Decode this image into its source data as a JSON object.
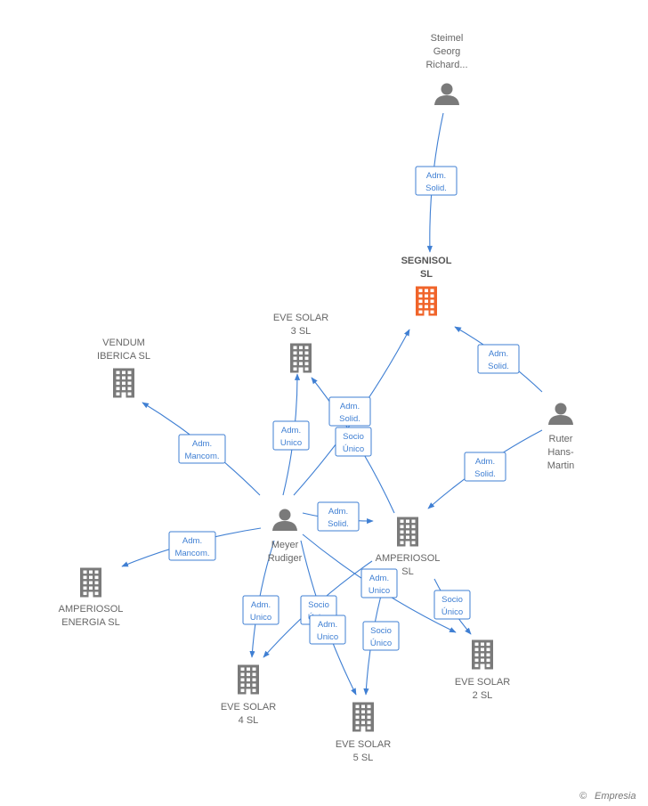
{
  "nodes": [
    {
      "id": "steimel",
      "kind": "person",
      "label": [
        "Steimel",
        "Georg",
        "Richard..."
      ]
    },
    {
      "id": "segnisol",
      "kind": "company",
      "main": true,
      "label": [
        "SEGNISOL",
        "SL"
      ]
    },
    {
      "id": "eve3",
      "kind": "company",
      "label": [
        "EVE SOLAR",
        "3  SL"
      ]
    },
    {
      "id": "vendum",
      "kind": "company",
      "label": [
        "VENDUM",
        "IBERICA  SL"
      ]
    },
    {
      "id": "ruter",
      "kind": "person",
      "label": [
        "Ruter",
        "Hans-",
        "Martin"
      ]
    },
    {
      "id": "meyer",
      "kind": "person",
      "label": [
        "Meyer",
        "Rudiger"
      ]
    },
    {
      "id": "amperiosol",
      "kind": "company",
      "label": [
        "AMPERIOSOL",
        "SL"
      ]
    },
    {
      "id": "amperiosol_energia",
      "kind": "company",
      "label": [
        "AMPERIOSOL",
        "ENERGIA  SL"
      ]
    },
    {
      "id": "eve4",
      "kind": "company",
      "label": [
        "EVE SOLAR",
        "4  SL"
      ]
    },
    {
      "id": "eve5",
      "kind": "company",
      "label": [
        "EVE SOLAR",
        "5  SL"
      ]
    },
    {
      "id": "eve2",
      "kind": "company",
      "label": [
        "EVE SOLAR",
        "2  SL"
      ]
    }
  ],
  "relations": [
    {
      "from": "steimel",
      "to": "segnisol",
      "label": [
        "Adm.",
        "Solid."
      ]
    },
    {
      "from": "ruter",
      "to": "segnisol",
      "label": [
        "Adm.",
        "Solid."
      ]
    },
    {
      "from": "ruter",
      "to": "amperiosol",
      "label": [
        "Adm.",
        "Solid."
      ]
    },
    {
      "from": "meyer",
      "to": "segnisol",
      "label": [
        "Adm.",
        "Solid."
      ]
    },
    {
      "from": "amperiosol",
      "to": "eve3",
      "label": [
        "Socio",
        "Único"
      ]
    },
    {
      "from": "meyer",
      "to": "eve3",
      "label": [
        "Adm.",
        "Unico"
      ]
    },
    {
      "from": "meyer",
      "to": "vendum",
      "label": [
        "Adm.",
        "Mancom."
      ]
    },
    {
      "from": "meyer",
      "to": "amperiosol",
      "label": [
        "Adm.",
        "Solid."
      ]
    },
    {
      "from": "meyer",
      "to": "amperiosol_energia",
      "label": [
        "Adm.",
        "Mancom."
      ]
    },
    {
      "from": "meyer",
      "to": "eve4",
      "label": [
        "Adm.",
        "Unico"
      ]
    },
    {
      "from": "amperiosol",
      "to": "eve4",
      "label": [
        "Socio",
        "Único"
      ]
    },
    {
      "from": "meyer",
      "to": "eve5",
      "label": [
        "Adm.",
        "Unico"
      ]
    },
    {
      "from": "amperiosol",
      "to": "eve5",
      "label": [
        "Socio",
        "Único"
      ]
    },
    {
      "from": "meyer",
      "to": "eve2",
      "label": [
        "Adm.",
        "Unico"
      ]
    },
    {
      "from": "amperiosol",
      "to": "eve2",
      "label": [
        "Socio",
        "Único"
      ]
    }
  ],
  "brand": {
    "copyright": "©",
    "name": "Empresia"
  },
  "colors": {
    "edge": "#3f7fd3",
    "company": "#7a7a7a",
    "main_company": "#f0642a",
    "person": "#7a7a7a"
  }
}
